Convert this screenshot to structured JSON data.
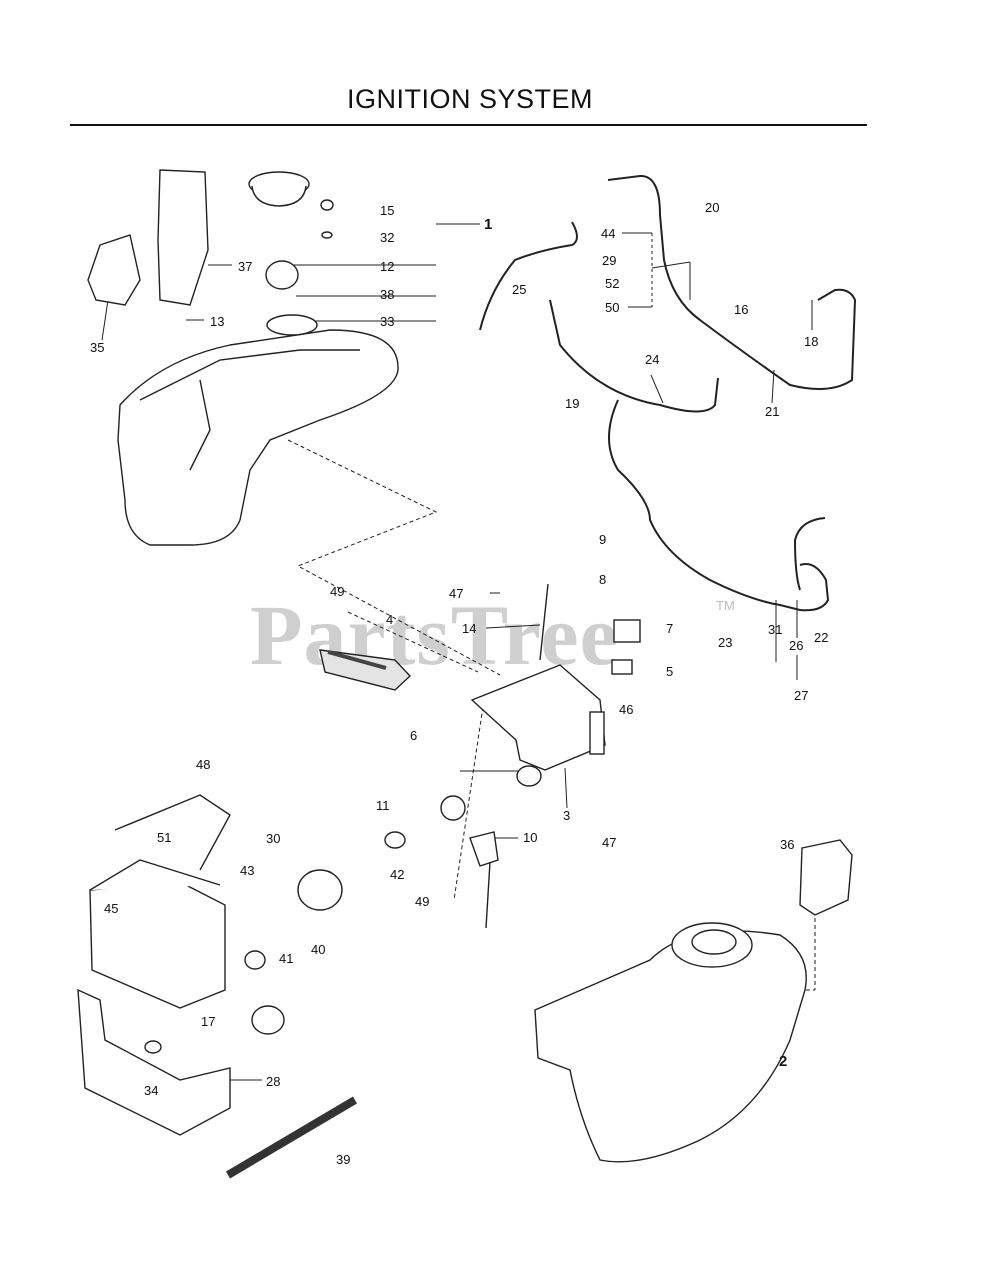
{
  "header": {
    "title": "IGNITION SYSTEM"
  },
  "watermark": {
    "text": "PartsTree",
    "tm": "TM"
  },
  "callouts": [
    "1",
    "2",
    "3",
    "4",
    "5",
    "6",
    "7",
    "8",
    "9",
    "10",
    "11",
    "12",
    "13",
    "14",
    "15",
    "16",
    "17",
    "18",
    "19",
    "20",
    "21",
    "22",
    "23",
    "24",
    "25",
    "26",
    "27",
    "28",
    "29",
    "30",
    "31",
    "32",
    "33",
    "34",
    "35",
    "36",
    "37",
    "38",
    "39",
    "40",
    "41",
    "42",
    "43",
    "44",
    "45",
    "46",
    "47",
    "47",
    "48",
    "49",
    "49",
    "50",
    "51",
    "52"
  ]
}
